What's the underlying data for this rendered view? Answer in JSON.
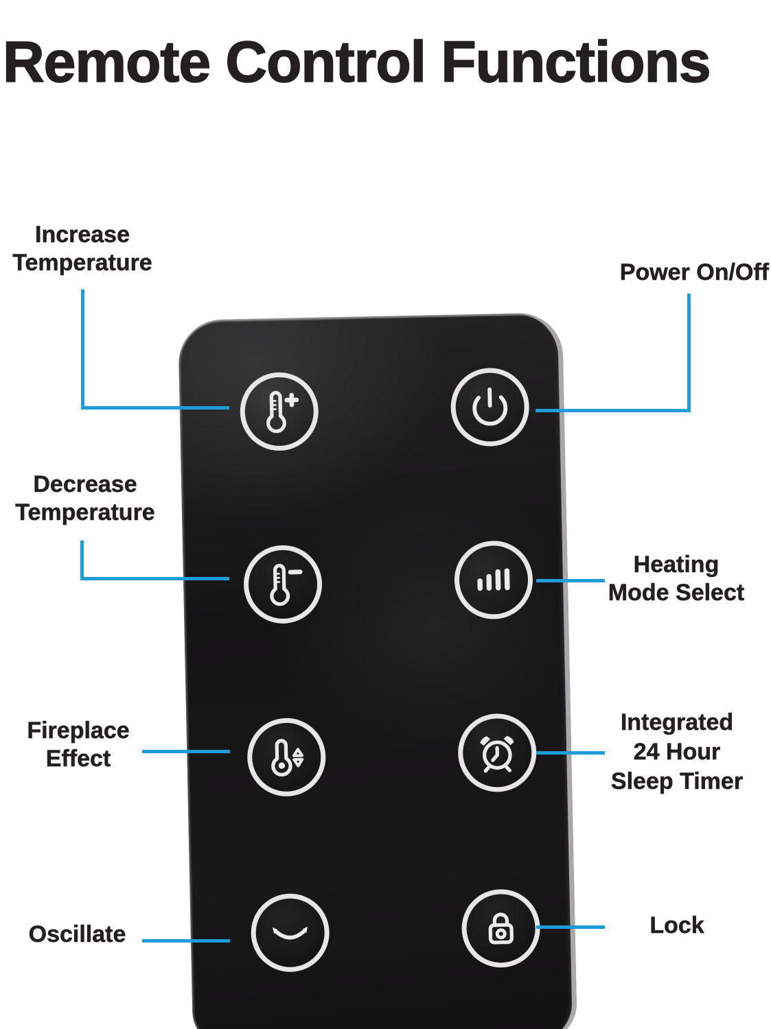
{
  "title": "Remote Control Functions",
  "colors": {
    "accent_blue": "#1e9cd8",
    "label_text": "#242021",
    "remote_body": "#161516",
    "button_ring": "#e7e5e6",
    "background": "#ffffff"
  },
  "remote": {
    "buttons": [
      {
        "id": "increase-temperature",
        "icon": "thermometer-plus-icon",
        "function": "Increase Temperature"
      },
      {
        "id": "power",
        "icon": "power-icon",
        "function": "Power On/Off"
      },
      {
        "id": "decrease-temperature",
        "icon": "thermometer-minus-icon",
        "function": "Decrease Temperature"
      },
      {
        "id": "heating-mode",
        "icon": "heating-bars-icon",
        "function": "Heating Mode Select"
      },
      {
        "id": "fireplace-effect",
        "icon": "thermometer-arrows-icon",
        "function": "Fireplace Effect"
      },
      {
        "id": "sleep-timer",
        "icon": "alarm-clock-icon",
        "function": "Integrated 24 Hour Sleep Timer"
      },
      {
        "id": "oscillate",
        "icon": "oscillate-arrow-icon",
        "function": "Oscillate"
      },
      {
        "id": "lock",
        "icon": "padlock-icon",
        "function": "Lock"
      }
    ]
  },
  "annotations": {
    "increase_temperature": {
      "line1": "Increase",
      "line2": "Temperature"
    },
    "power": {
      "line1": "Power On/Off"
    },
    "decrease_temperature": {
      "line1": "Decrease",
      "line2": "Temperature"
    },
    "heating_mode": {
      "line1": "Heating",
      "line2": "Mode Select"
    },
    "fireplace_effect": {
      "line1": "Fireplace",
      "line2": "Effect"
    },
    "sleep_timer": {
      "line1": "Integrated",
      "line2": "24 Hour",
      "line3": "Sleep Timer"
    },
    "oscillate": {
      "line1": "Oscillate"
    },
    "lock": {
      "line1": "Lock"
    }
  }
}
